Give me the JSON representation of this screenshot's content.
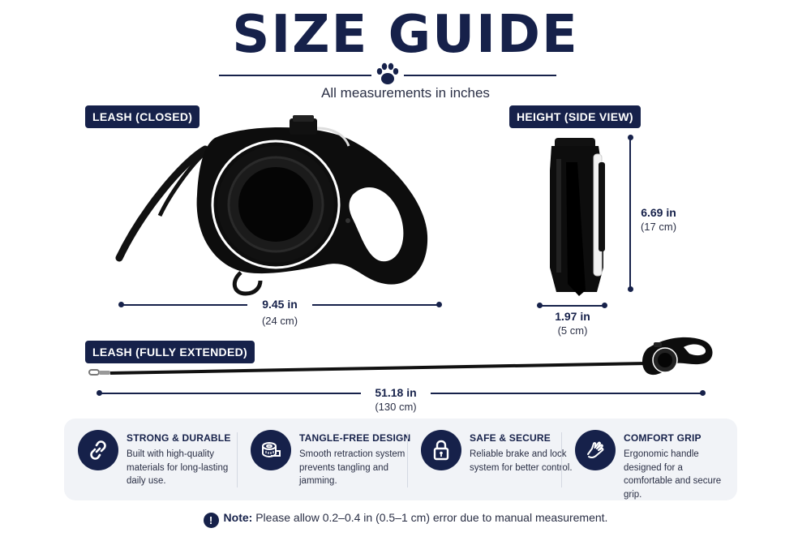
{
  "header": {
    "title": "SIZE GUIDE",
    "subtitle": "All measurements in inches"
  },
  "sections": {
    "closed": {
      "label": "LEASH (CLOSED)",
      "width_in": "9.45 in",
      "width_cm": "(24 cm)"
    },
    "side": {
      "label": "HEIGHT (SIDE VIEW)",
      "height_in": "6.69 in",
      "height_cm": "(17 cm)",
      "depth_in": "1.97 in",
      "depth_cm": "(5 cm)"
    },
    "extended": {
      "label": "LEASH (FULLY EXTENDED)",
      "length_in": "51.18 in",
      "length_cm": "(130 cm)"
    }
  },
  "features": [
    {
      "icon": "chain-link-icon",
      "title": "STRONG & DURABLE",
      "desc": "Built with high-quality materials for long-lasting daily use."
    },
    {
      "icon": "tape-roll-icon",
      "title": "TANGLE-FREE DESIGN",
      "desc": "Smooth retraction system prevents tangling and jamming."
    },
    {
      "icon": "padlock-icon",
      "title": "SAFE & SECURE",
      "desc": "Reliable brake and lock system for better control."
    },
    {
      "icon": "hand-grip-icon",
      "title": "COMFORT GRIP",
      "desc": "Ergonomic handle designed for a comfortable and secure grip."
    }
  ],
  "note": {
    "icon_glyph": "!",
    "label": "Note:",
    "text": " Please allow 0.2–0.4 in (0.5–1 cm) error due to manual measurement."
  },
  "colors": {
    "navy": "#16214a",
    "panel": "#f1f3f7",
    "product": "#0d0d0d"
  }
}
